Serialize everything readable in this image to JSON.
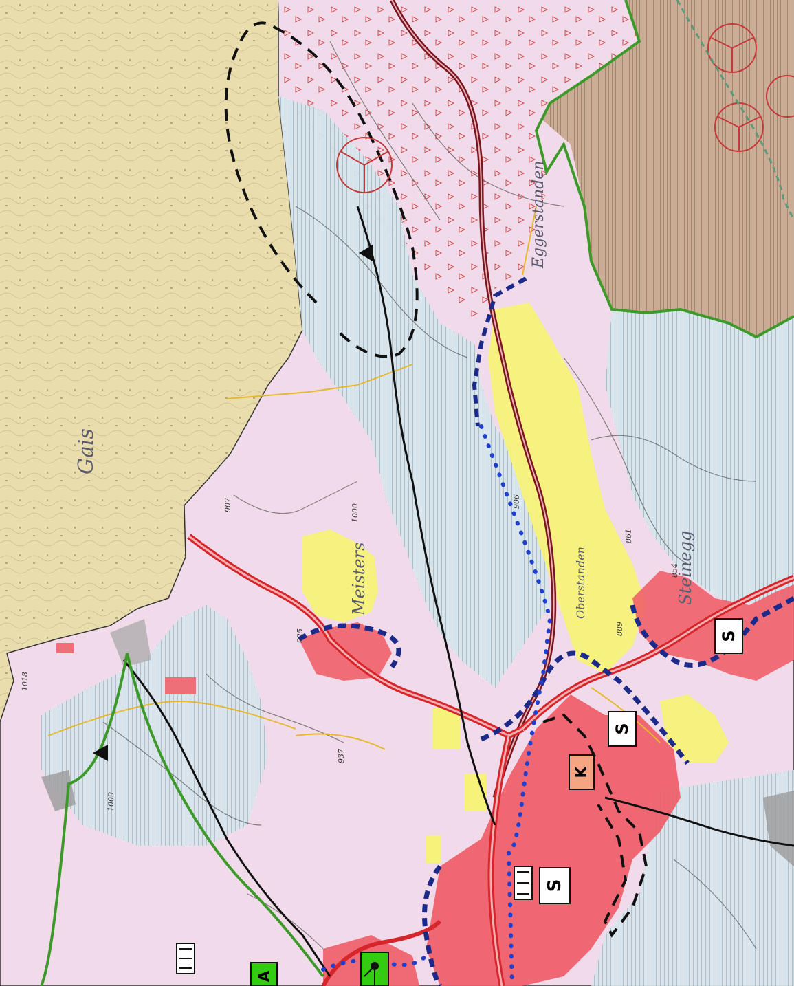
{
  "map": {
    "colors": {
      "background": "#e9dcad",
      "residential_area": "#f1dbea",
      "forest_water_hatch": "#c9dde4",
      "building_zone": "#ef5d68",
      "agriculture_zone": "#f7f27a",
      "protected_area": "#b99c86",
      "main_road": "#d7262b",
      "rail_line": "#7a1620",
      "boundary_green": "#3d9a2a",
      "river": "#111111",
      "planning_perimeter": "#1c2a8a",
      "orange_symbol": "#f6a582",
      "green_symbol": "#33cc11"
    },
    "place_labels": [
      {
        "name": "Gais"
      },
      {
        "name": "Meisters"
      },
      {
        "name": "Steinegg"
      },
      {
        "name": "Oberstanden"
      },
      {
        "name": "Eggerstanden"
      }
    ],
    "elevation_labels": [
      "907",
      "1009",
      "1000",
      "1018",
      "937",
      "906",
      "861",
      "854",
      "889",
      "925"
    ],
    "symbols": [
      {
        "label": "S",
        "kind": "settlement-marker"
      },
      {
        "label": "S",
        "kind": "settlement-marker"
      },
      {
        "label": "S",
        "kind": "settlement-marker"
      },
      {
        "label": "K",
        "kind": "orange-marker"
      },
      {
        "label": "A",
        "kind": "green-marker"
      }
    ]
  }
}
